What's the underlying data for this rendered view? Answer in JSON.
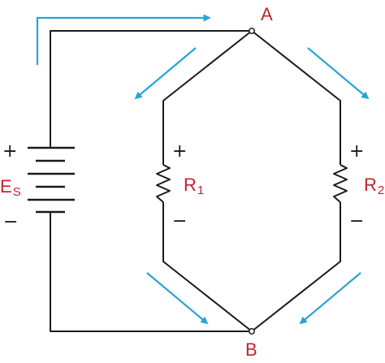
{
  "colors": {
    "wire": "#1a1a1a",
    "label": "#c0242c",
    "flow_arrow": "#2aa3d8"
  },
  "nodes": {
    "a": "A",
    "b": "B"
  },
  "source": {
    "label": "E",
    "subscript": "S",
    "plus": "+",
    "minus": "−"
  },
  "resistors": [
    {
      "label": "R",
      "subscript": "1",
      "plus": "+",
      "minus": "−"
    },
    {
      "label": "R",
      "subscript": "2",
      "plus": "+",
      "minus": "−"
    }
  ],
  "arrows": [
    {
      "icon": "current-flow-arrow",
      "direction": "up-then-right"
    },
    {
      "icon": "current-flow-arrow",
      "direction": "down-left"
    },
    {
      "icon": "current-flow-arrow",
      "direction": "down-right"
    },
    {
      "icon": "current-flow-arrow",
      "direction": "down-right"
    },
    {
      "icon": "current-flow-arrow",
      "direction": "down-left"
    }
  ]
}
